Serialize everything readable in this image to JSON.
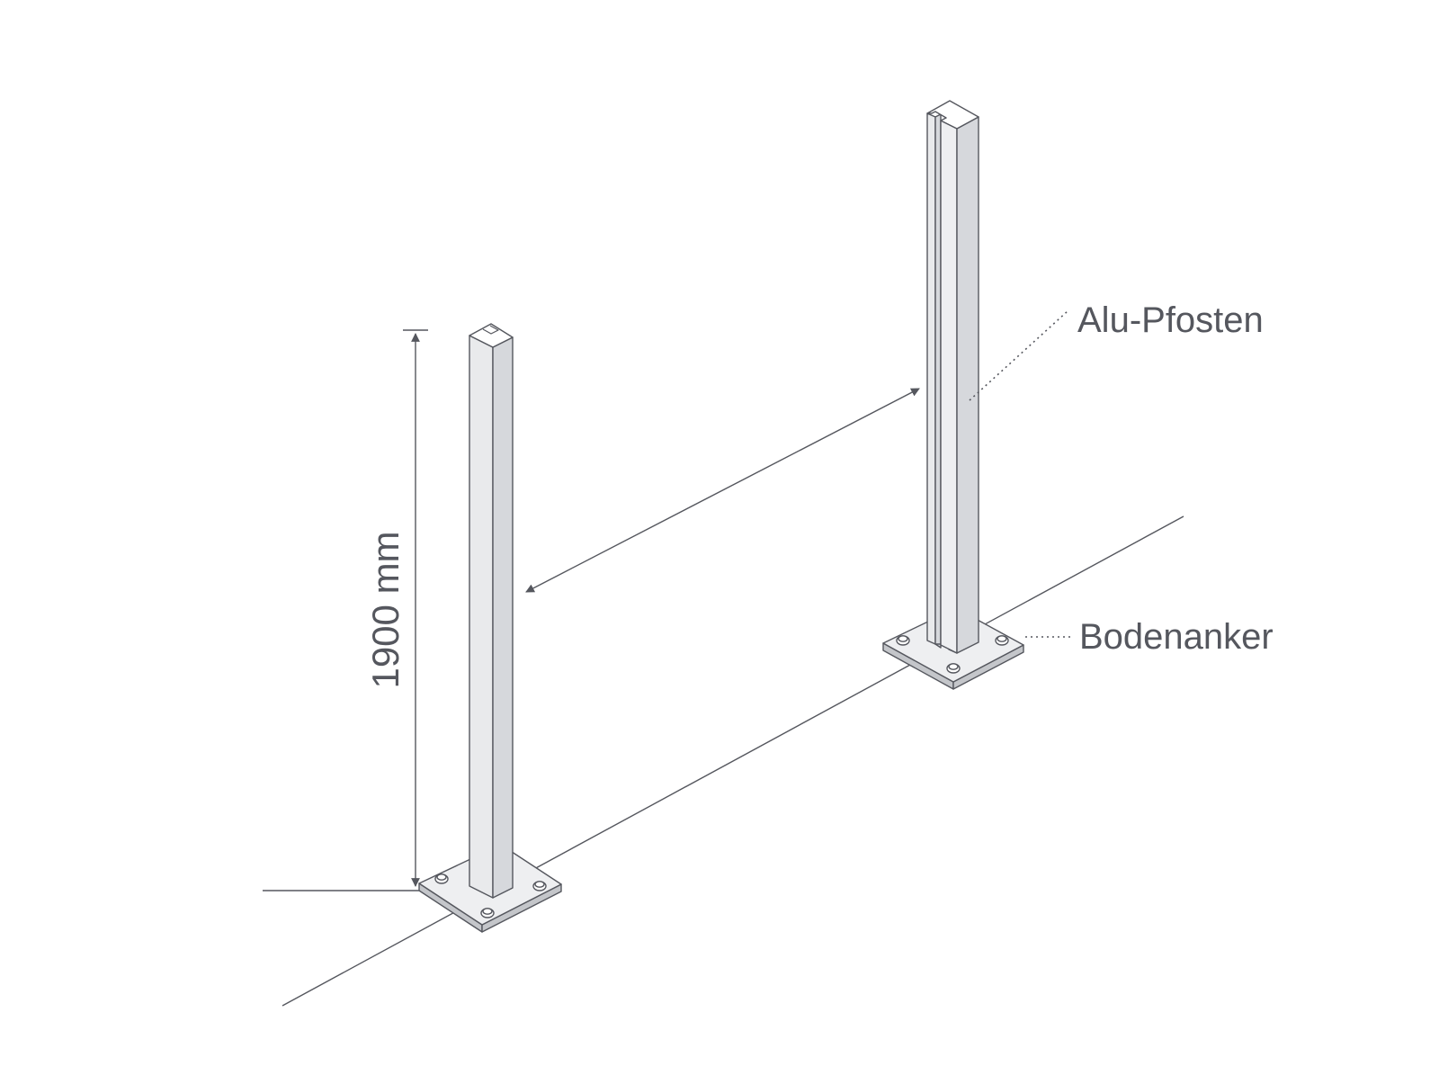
{
  "diagram": {
    "labels": {
      "post": "Alu-Pfosten",
      "anchor": "Bodenanker",
      "height": "1900 mm"
    },
    "colors": {
      "line": "#55575e",
      "post_front": "#e9eaec",
      "post_side": "#d6d8dc",
      "post_top": "#ffffff",
      "plate_top": "#eeeff1",
      "plate_edge": "#c4c6ca"
    }
  }
}
